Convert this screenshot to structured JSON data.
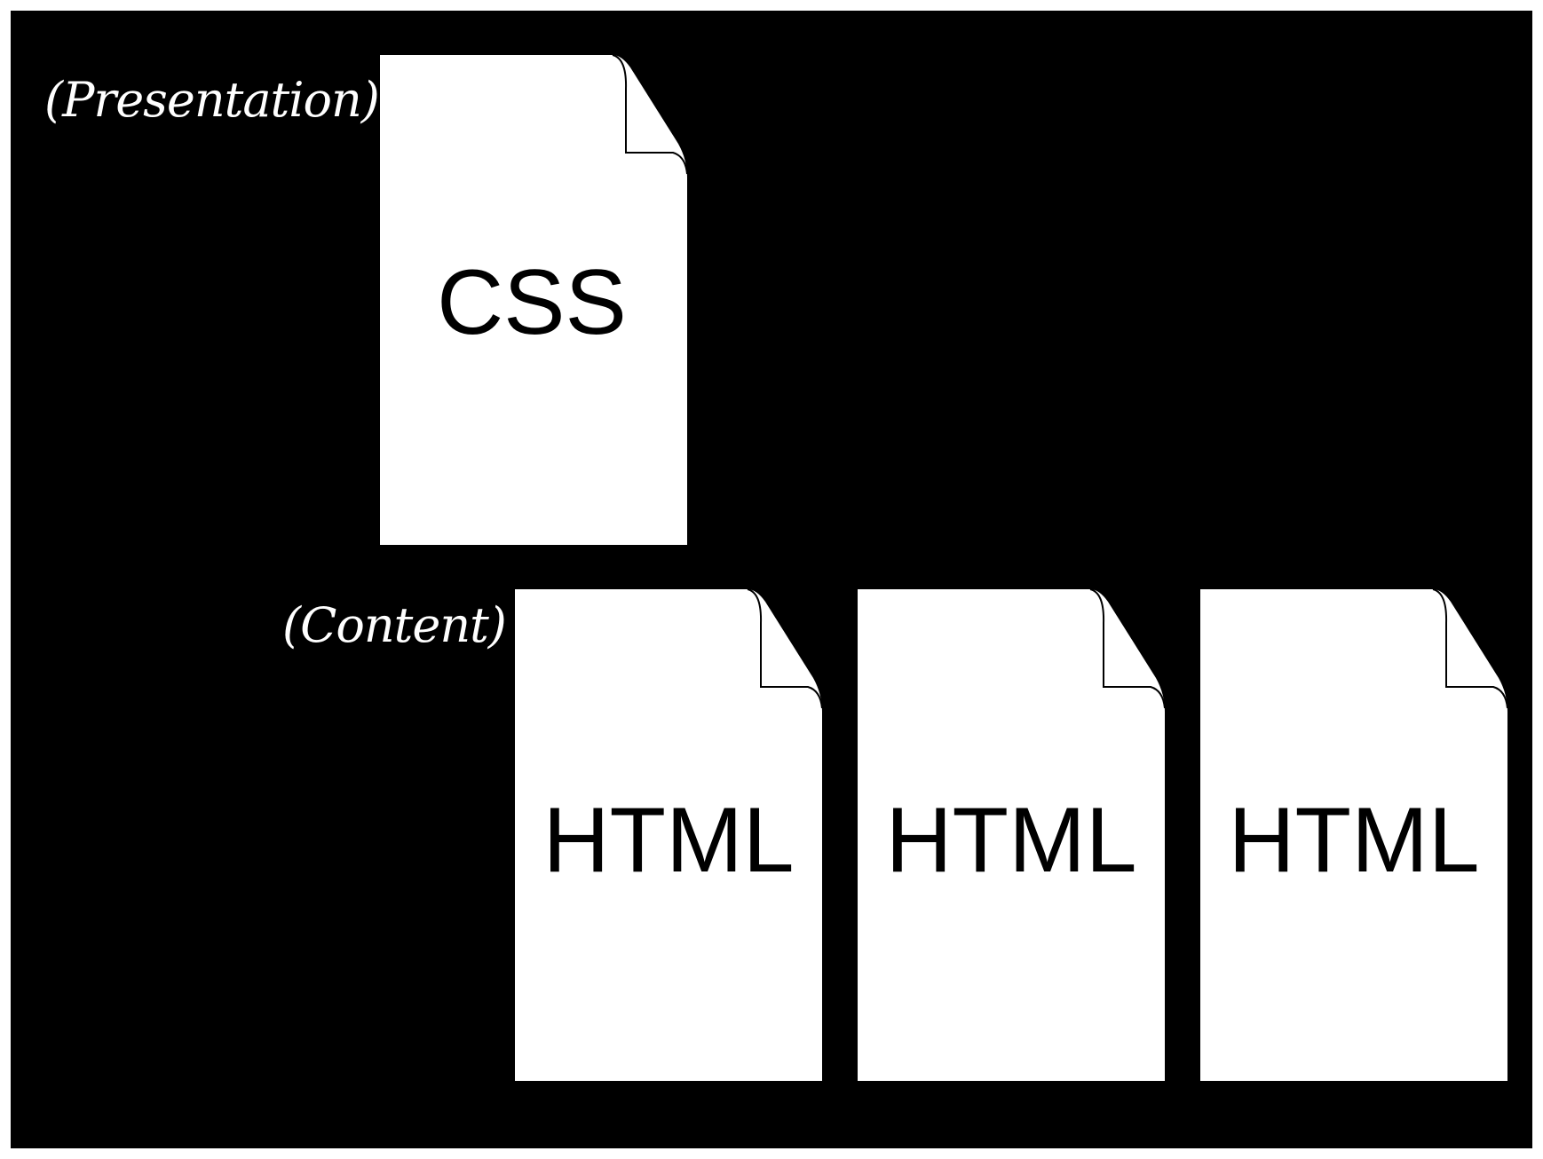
{
  "colors": {
    "background": "#000000",
    "document_fill": "#ffffff",
    "document_text": "#000000",
    "label_text": "#ffffff"
  },
  "labels": {
    "presentation": "(Presentation)",
    "content": "(Content)"
  },
  "documents": {
    "stylesheet": {
      "label": "CSS",
      "icon": "file-icon"
    },
    "pages": [
      {
        "label": "HTML",
        "icon": "file-icon"
      },
      {
        "label": "HTML",
        "icon": "file-icon"
      },
      {
        "label": "HTML",
        "icon": "file-icon"
      }
    ]
  }
}
